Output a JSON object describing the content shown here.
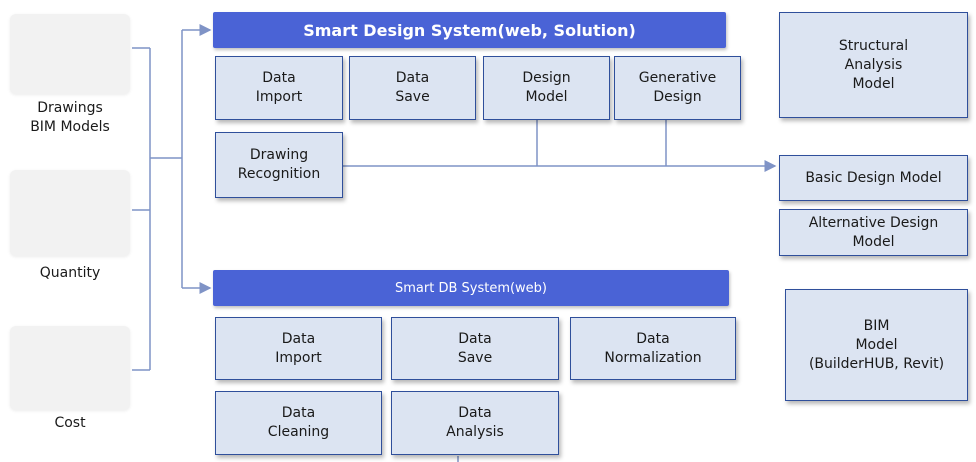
{
  "sources": [
    {
      "label": "Drawings\nBIM Models"
    },
    {
      "label": "Quantity"
    },
    {
      "label": "Cost"
    }
  ],
  "design_system": {
    "title": "Smart Design System(web, Solution)",
    "modules": [
      {
        "label": "Data\nImport"
      },
      {
        "label": "Data\nSave"
      },
      {
        "label": "Design\nModel"
      },
      {
        "label": "Generative\nDesign"
      },
      {
        "label": "Drawing\nRecognition"
      }
    ]
  },
  "db_system": {
    "title": "Smart DB System(web)",
    "modules": [
      {
        "label": "Data\nImport"
      },
      {
        "label": "Data\nSave"
      },
      {
        "label": "Data\nNormalization"
      },
      {
        "label": "Data\nCleaning"
      },
      {
        "label": "Data\nAnalysis"
      }
    ]
  },
  "outputs": [
    {
      "label": "Structural\nAnalysis\nModel"
    },
    {
      "label": "Basic Design Model"
    },
    {
      "label": "Alternative Design\nModel"
    },
    {
      "label": "BIM\nModel\n(BuilderHUB, Revit)"
    }
  ],
  "colors": {
    "banner": "#4a63d6",
    "box_fill": "#dce4f2",
    "box_border": "#2f4f9b",
    "connector": "#7f93c6"
  }
}
